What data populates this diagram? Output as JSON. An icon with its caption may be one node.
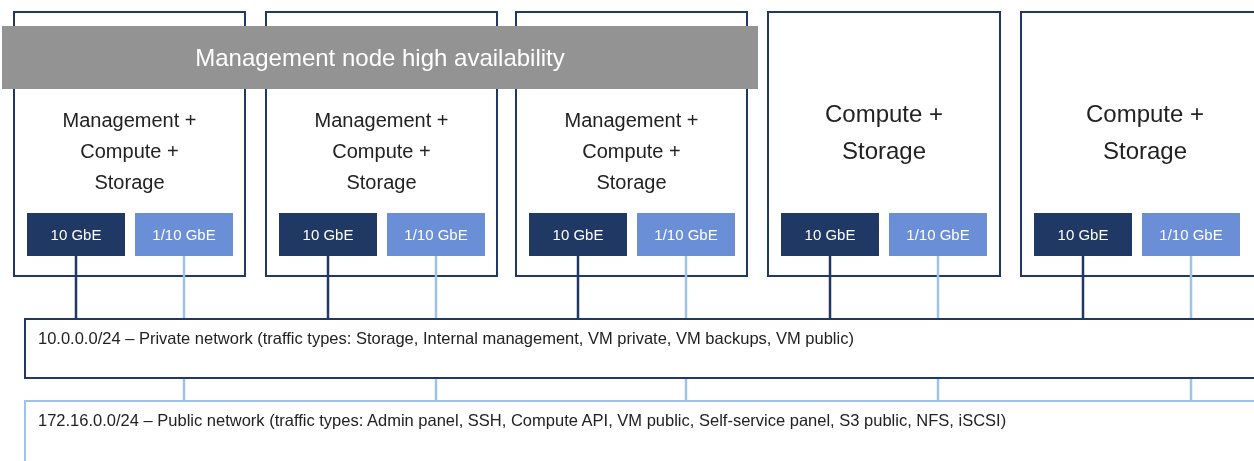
{
  "diagram": {
    "nodes": [
      {
        "text": [
          "Management node high availability"
        ]
      },
      {
        "text": [
          "Management + Compute + Storage"
        ]
      },
      {
        "text": [
          "10 GbE"
        ],
        "in": 1
      },
      {
        "text": [
          "1/10 GbE"
        ],
        "in": 1
      },
      {
        "text": [
          "Management + Compute + Storage"
        ]
      },
      {
        "text": [
          "10 GbE"
        ],
        "in": 4
      },
      {
        "text": [
          "1/10 GbE"
        ],
        "in": 4
      },
      {
        "text": [
          "Management + Compute + Storage"
        ]
      },
      {
        "text": [
          "10 GbE"
        ],
        "in": 7
      },
      {
        "text": [
          "1/10 GbE"
        ],
        "in": 7
      },
      {
        "text": [
          "Compute + Storage"
        ]
      },
      {
        "text": [
          "10 GbE"
        ],
        "in": 10
      },
      {
        "text": [
          "1/10 GbE"
        ],
        "in": 10
      },
      {
        "text": [
          "Compute + Storage"
        ]
      },
      {
        "text": [
          "10 GbE"
        ],
        "in": 13
      },
      {
        "text": [
          "1/10 GbE"
        ],
        "in": 13
      },
      {
        "text": [
          "10.0.0.0/24 – Private network (traffic types: Storage, Internal management, VM private, VM backups, VM public)"
        ]
      },
      {
        "text": [
          "172.16.0.0/24 – Public network (traffic types: Admin panel, SSH, Compute API, VM public, Self-service panel, S3 public, NFS, iSCSI)"
        ]
      }
    ],
    "edges": [
      {
        "from": 2,
        "to": 16,
        "arrow": "none",
        "color": "#1f3864"
      },
      {
        "from": 3,
        "to": 16,
        "arrow": "none",
        "color": "#9dc3e6"
      },
      {
        "from": 5,
        "to": 16,
        "arrow": "none",
        "color": "#1f3864"
      },
      {
        "from": 6,
        "to": 16,
        "arrow": "none",
        "color": "#9dc3e6"
      },
      {
        "from": 8,
        "to": 16,
        "arrow": "none",
        "color": "#1f3864"
      },
      {
        "from": 9,
        "to": 16,
        "arrow": "none",
        "color": "#9dc3e6"
      },
      {
        "from": 11,
        "to": 16,
        "arrow": "none",
        "color": "#1f3864"
      },
      {
        "from": 12,
        "to": 16,
        "arrow": "none",
        "color": "#9dc3e6"
      },
      {
        "from": 14,
        "to": 16,
        "arrow": "none",
        "color": "#1f3864"
      },
      {
        "from": 15,
        "to": 16,
        "arrow": "none",
        "color": "#9dc3e6"
      },
      {
        "from": 16,
        "to": 17,
        "arrow": "none",
        "color": "#9dc3e6"
      },
      {
        "from": 16,
        "to": 17,
        "arrow": "none",
        "color": "#9dc3e6"
      },
      {
        "from": 16,
        "to": 17,
        "arrow": "none",
        "color": "#9dc3e6"
      },
      {
        "from": 16,
        "to": 17,
        "arrow": "none",
        "color": "#9dc3e6"
      },
      {
        "from": 16,
        "to": 17,
        "arrow": "none",
        "color": "#9dc3e6"
      }
    ]
  }
}
